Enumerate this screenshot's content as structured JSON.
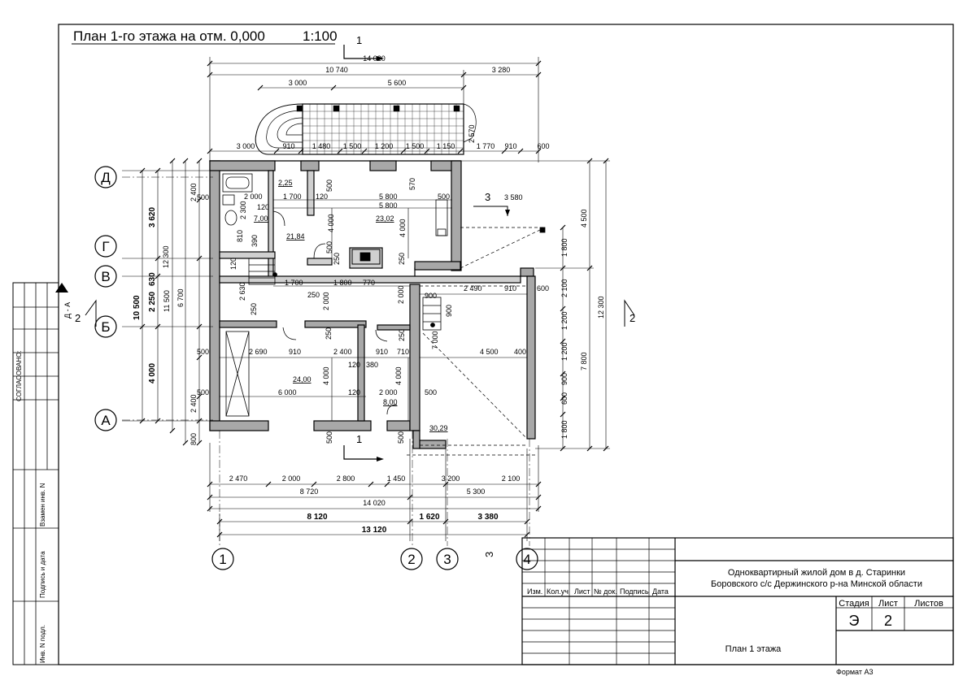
{
  "title": {
    "plan": "План 1-го этажа на отм. 0,000",
    "scale": "1:100"
  },
  "axes": {
    "d": "Д",
    "g": "Г",
    "v": "В",
    "b": "Б",
    "a": "А",
    "c1": "1",
    "c2": "2",
    "c3": "3",
    "c4": "4"
  },
  "rooms": {
    "r1": "2,25",
    "r2": "7,00",
    "r3": "21,84",
    "r4": "23,02",
    "r5": "24,00",
    "r6": "8,00",
    "r7": "30,29"
  },
  "sections": {
    "s1": "1",
    "s2": "2",
    "s3": "3",
    "s3b": "3",
    "s2b": "2",
    "da": "Д - А"
  },
  "dims_top": {
    "total": "14 020",
    "a": "10 740",
    "b": "3 280",
    "c": "3 000",
    "d": "5 600",
    "h2570": "2 570",
    "t1": "3 000",
    "t2": "910",
    "t3": "1 480",
    "t4": "1 500",
    "t5": "1 200",
    "t6": "1 500",
    "t7": "1 150",
    "t8": "1 770",
    "t9": "910",
    "t10": "600"
  },
  "dims_bottom": {
    "b1": "2 470",
    "b2": "2 000",
    "b3": "2 800",
    "b4": "1 450",
    "b5": "3 200",
    "b6": "2 100",
    "c1": "8 720",
    "c2": "5 300",
    "total": "14 020",
    "d1": "8 120",
    "d2": "1 620",
    "d3": "3 380",
    "total2": "13 120"
  },
  "dims_left": {
    "total": "10 500",
    "l1": "3 620",
    "l2": "630",
    "l3": "2 250",
    "l4": "4 000",
    "o1": "11 500",
    "o2": "12 300",
    "w1": "2 400",
    "w2": "6 700",
    "w3": "2 400",
    "w4": "800",
    "w5": "500",
    "w6": "500",
    "w7": "500"
  },
  "dims_right": {
    "total": "12 300",
    "r1": "4 500",
    "r2": "7 800",
    "r3": "1 800",
    "r4": "2 100",
    "r5": "1 200",
    "r6": "1 200",
    "r7": "900",
    "r8": "600",
    "r9": "1 800"
  },
  "dims_inner": {
    "i1": "2 000",
    "i2": "1 700",
    "i3": "120",
    "i4": "5 800",
    "i5": "5 800",
    "i6": "500",
    "i7": "570",
    "i8": "500",
    "i9": "4 000",
    "i10": "4 000",
    "i11": "2 300",
    "i12": "810",
    "i13": "390",
    "i14": "120",
    "i15": "120",
    "i16": "250",
    "i17": "250",
    "i18": "1 700",
    "i19": "1 800",
    "i20": "770",
    "i21": "2 630",
    "i22": "250",
    "i23": "2 000",
    "i24": "2 000",
    "i25": "250",
    "i26": "900",
    "i27": "900",
    "i28": "2 490",
    "i29": "910",
    "i30": "600",
    "i31": "3 580",
    "i32": "2 690",
    "i33": "910",
    "i34": "2 400",
    "i35": "910",
    "i36": "710",
    "i37": "250",
    "i38": "250",
    "i39": "120",
    "i40": "380",
    "i41": "4 000",
    "i42": "4 000",
    "i43": "7 000",
    "i44": "4 500",
    "i45": "400",
    "i46": "6 000",
    "i47": "120",
    "i48": "2 000",
    "i49": "500",
    "i50": "500",
    "i51": "500",
    "i52": "500"
  },
  "sidebar": {
    "agreed": "СОГЛАСОВАНО:",
    "inv_replace": "Взамен инв. N",
    "sign_date": "Подпись и дата",
    "inv_orig": "Инв. N подл."
  },
  "stamp": {
    "project_line1": "Одноквартирный жилой дом в д. Старинки",
    "project_line2": "Боровского с/с Держинского р-на Минской области",
    "sheet_name": "План 1 этажа",
    "col_change": "Изм.",
    "col_count": "Кол.уч",
    "col_sheet": "Лист",
    "col_doc": "№ док.",
    "col_sign": "Подпись",
    "col_date": "Дата",
    "stage_label": "Стадия",
    "sheet_label": "Лист",
    "sheets_label": "Листов",
    "stage": "Э",
    "sheet_no": "2",
    "sheets_total": "",
    "format": "Формат А3"
  }
}
